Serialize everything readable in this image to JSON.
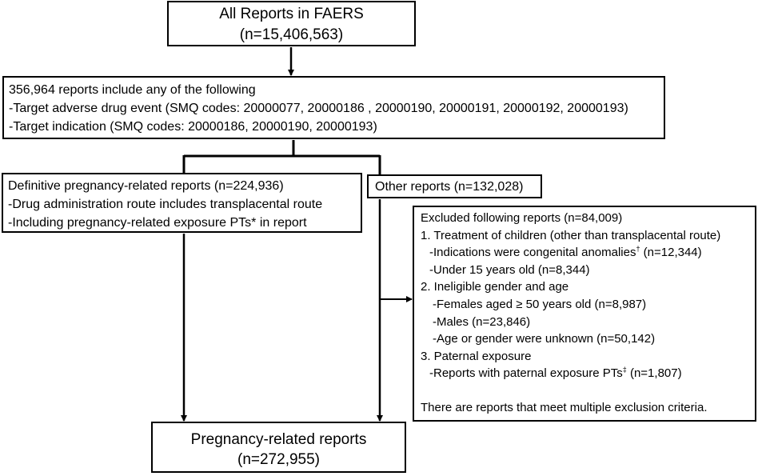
{
  "boxes": {
    "all_reports": {
      "lines": [
        "All Reports in FAERS",
        "(n=15,406,563)"
      ]
    },
    "included": {
      "lines": [
        "356,964 reports include any of the following",
        "-Target adverse drug event (SMQ codes: 20000077, 20000186 , 20000190, 20000191, 20000192, 20000193)",
        "-Target indication (SMQ codes: 20000186, 20000190, 20000193)"
      ]
    },
    "definitive": {
      "lines": [
        "Definitive pregnancy-related reports (n=224,936)",
        "-Drug administration route includes transplacental route",
        "-Including pregnancy-related exposure PTs* in report"
      ]
    },
    "other": {
      "lines": [
        "Other reports (n=132,028)"
      ]
    },
    "excluded": {
      "title": "Excluded following reports (n=84,009)",
      "item1": "1. Treatment of children (other than transplacental route)",
      "item1_sub1_pre": "-Indications were congenital anomalies",
      "item1_sub1_mark": "†",
      "item1_sub1_post": " (n=12,344)",
      "item1_sub2": "-Under 15 years old (n=8,344)",
      "item2": "2. Ineligible gender and age",
      "item2_sub1": "-Females aged ≥ 50 years old (n=8,987)",
      "item2_sub2": "-Males (n=23,846)",
      "item2_sub3": "-Age or gender were unknown (n=50,142)",
      "item3": "3. Paternal exposure",
      "item3_sub1_pre": "-Reports with paternal exposure PTs",
      "item3_sub1_mark": "‡",
      "item3_sub1_post": " (n=1,807)",
      "note": "There are reports that meet multiple exclusion criteria."
    },
    "pregnancy_related": {
      "lines": [
        "Pregnancy-related reports",
        "(n=272,955)"
      ]
    }
  },
  "colors": {
    "line": "#000000",
    "background": "#ffffff"
  }
}
